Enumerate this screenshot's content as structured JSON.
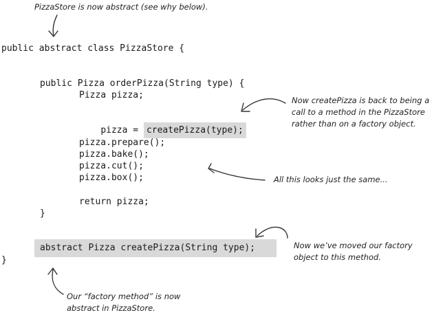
{
  "code": {
    "class_decl": "public abstract class PizzaStore {",
    "method_decl": "public Pizza orderPizza(String type) {",
    "var_decl": "Pizza pizza;",
    "assign_prefix": "pizza = ",
    "assign_call": "createPizza(type);",
    "prepare": "pizza.prepare();",
    "bake": "pizza.bake();",
    "cut": "pizza.cut();",
    "box": "pizza.box();",
    "return_stmt": "return pizza;",
    "method_close": "}",
    "abstract_method": "abstract Pizza createPizza(String type);",
    "class_close": "}"
  },
  "annotations": {
    "top": "PizzaStore is now abstract (see why below).",
    "create_pizza": "Now createPizza is back to being a\ncall to a method in the PizzaStore\nrather than on a factory object.",
    "same": "All this looks just the same...",
    "moved": "Now we’ve moved our factory\nobject to this method.",
    "factory_method": "Our “factory method” is now\nabstract in PizzaStore."
  }
}
